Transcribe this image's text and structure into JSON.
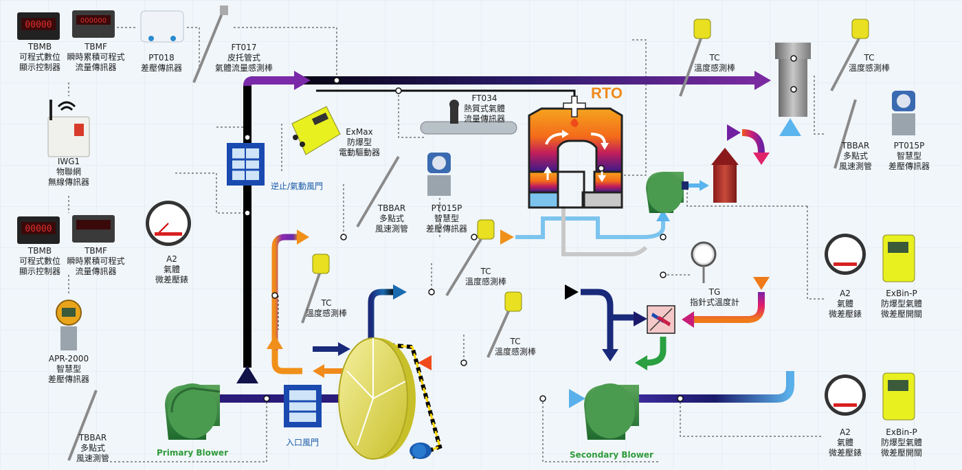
{
  "labels": {
    "tbmb_top": [
      "TBMB",
      "可程式數位",
      "顯示控制器"
    ],
    "tbmf_top": [
      "TBMF",
      "瞬時累積可程式",
      "流量傳訊器"
    ],
    "pt018": [
      "PT018",
      "差壓傳訊器"
    ],
    "ft017": [
      "FT017",
      "皮托管式",
      "氣體流量感測棒"
    ],
    "iwg1": [
      "IWG1",
      "物聯網",
      "無線傳訊器"
    ],
    "tbmb_mid": [
      "TBMB",
      "可程式數位",
      "顯示控制器"
    ],
    "tbmf_mid": [
      "TBMF",
      "瞬時累積可程式",
      "流量傳訊器"
    ],
    "apr2000": [
      "APR-2000",
      "智慧型",
      "差壓傳訊器"
    ],
    "tbbar_bl": [
      "TBBAR",
      "多點式",
      "風速測管"
    ],
    "a2_left": [
      "A2",
      "氣體",
      "微差壓錶"
    ],
    "exmax": [
      "ExMax",
      "防爆型",
      "電動驅動器"
    ],
    "damper_check": "逆止/氣動風門",
    "ft034": [
      "FT034",
      "熱質式氣體",
      "流量傳訊器"
    ],
    "rto": "RTO",
    "tbbar_mid": [
      "TBBAR",
      "多點式",
      "風速測管"
    ],
    "pt015p_mid": [
      "PT015P",
      "智慧型",
      "差壓傳訊器"
    ],
    "tc_top": [
      "TC",
      "溫度感測棒"
    ],
    "tc_right": [
      "TC",
      "溫度感測棒"
    ],
    "tbbar_right": [
      "TBBAR",
      "多點式",
      "風速測管"
    ],
    "pt015p_right": [
      "PT015P",
      "智慧型",
      "差壓傳訊器"
    ],
    "tc_leftmid": [
      "TC",
      "溫度感測棒"
    ],
    "tc_center": [
      "TC",
      "溫度感測棒"
    ],
    "tc_lower": [
      "TC",
      "溫度感測棒"
    ],
    "tg": [
      "TG",
      "指針式溫度計"
    ],
    "a2_right_top": [
      "A2",
      "氣體",
      "微差壓錶"
    ],
    "exbin_top": [
      "ExBin-P",
      "防爆型氣體",
      "微差壓開關"
    ],
    "a2_right_bot": [
      "A2",
      "氣體",
      "微差壓錶"
    ],
    "exbin_bot": [
      "ExBin-P",
      "防爆型氣體",
      "微差壓開關"
    ],
    "primary_blower": "Primary Blower",
    "secondary_blower": "Secondary Blower",
    "inlet_damper": "入口風門"
  }
}
